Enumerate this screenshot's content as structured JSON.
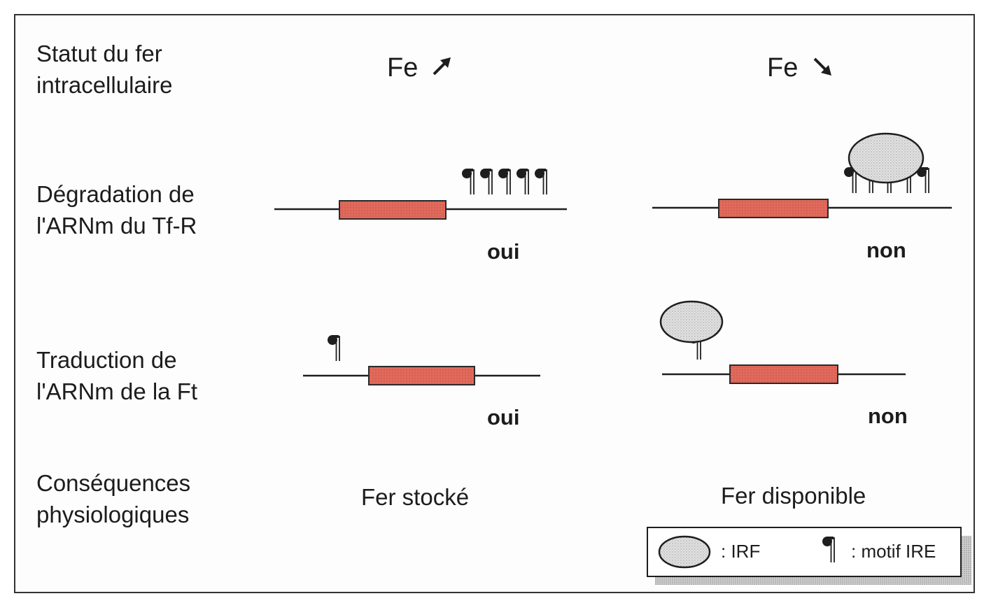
{
  "rows": {
    "statut": "Statut du fer\nintracellulaire",
    "degradation": "Dégradation de\nl'ARNm du Tf-R",
    "traduction": "Traduction de\nl'ARNm de la Ft",
    "consequences": "Conséquences\nphysiologiques"
  },
  "columns": {
    "left": {
      "header": "Fe",
      "arrow": "up-right-arrow-icon"
    },
    "right": {
      "header": "Fe",
      "arrow": "down-right-arrow-icon"
    }
  },
  "results": {
    "degradation_left": "oui",
    "degradation_right": "non",
    "traduction_left": "oui",
    "traduction_right": "non"
  },
  "consequences": {
    "left": "Fer stocké",
    "right": "Fer disponible"
  },
  "legend": {
    "irf_label": ": IRF",
    "ire_label": ": motif IRE"
  },
  "colors": {
    "coding_region": "#e06a5c",
    "irf_fill": "#dddddd",
    "line": "#1e1e1e"
  }
}
